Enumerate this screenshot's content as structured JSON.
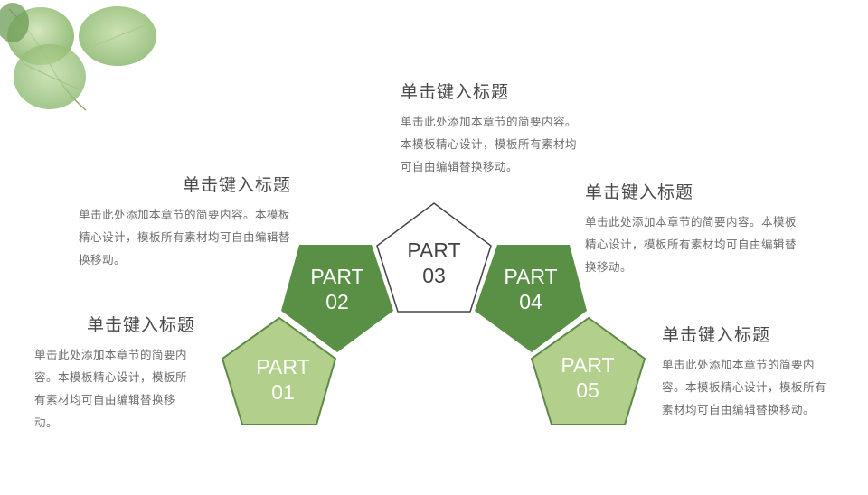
{
  "colors": {
    "dark_green": "#5a8f46",
    "light_green": "#b2cf8c",
    "outline_green": "#5e8a48",
    "white": "#ffffff"
  },
  "decoration": {
    "icon": "eucalyptus-leaves-icon"
  },
  "parts": [
    {
      "word": "PART",
      "num": "01"
    },
    {
      "word": "PART",
      "num": "02"
    },
    {
      "word": "PART",
      "num": "03"
    },
    {
      "word": "PART",
      "num": "04"
    },
    {
      "word": "PART",
      "num": "05"
    }
  ],
  "sections": [
    {
      "title": "单击键入标题",
      "body": "单击此处添加本章节的简要内容。本模板精心设计，模板所有素材均可自由编辑替换移动。"
    },
    {
      "title": "单击键入标题",
      "body": "单击此处添加本章节的简要内容。本模板精心设计，模板所有素材均可自由编辑替换移动。"
    },
    {
      "title": "单击键入标题",
      "body": "单击此处添加本章节的简要内容。本模板精心设计，模板所有素材均可自由编辑替换移动。"
    },
    {
      "title": "单击键入标题",
      "body": "单击此处添加本章节的简要内容。本模板精心设计，模板所有素材均可自由编辑替换移动。"
    },
    {
      "title": "单击键入标题",
      "body": "单击此处添加本章节的简要内容。本模板精心设计，模板所有素材均可自由编辑替换移动。"
    }
  ]
}
